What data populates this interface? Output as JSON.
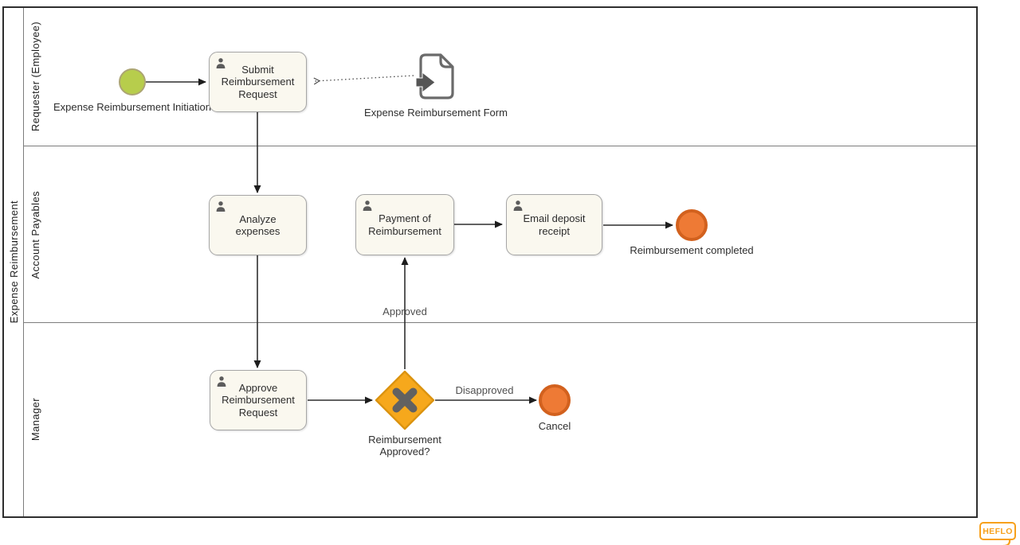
{
  "pool": {
    "label": "Expense Reimbursement"
  },
  "lanes": [
    {
      "label": "Requester (Employee)"
    },
    {
      "label": "Account Payables"
    },
    {
      "label": "Manager"
    }
  ],
  "nodes": {
    "start": {
      "type": "start-event",
      "label": "Expense Reimbursement Initiation"
    },
    "submit": {
      "type": "user-task",
      "label": "Submit Reimbursement Request"
    },
    "form": {
      "type": "data-object-input",
      "label": "Expense Reimbursement Form"
    },
    "analyze": {
      "type": "user-task",
      "label": "Analyze expenses"
    },
    "payment": {
      "type": "user-task",
      "label": "Payment of Reimbursement"
    },
    "email": {
      "type": "user-task",
      "label": "Email deposit receipt"
    },
    "completed": {
      "type": "end-event",
      "label": "Reimbursement completed"
    },
    "approve": {
      "type": "user-task",
      "label": "Approve Reimbursement Request"
    },
    "gateway": {
      "type": "exclusive-gateway",
      "label": "Reimbursement Approved?"
    },
    "cancel": {
      "type": "end-event",
      "label": "Cancel"
    }
  },
  "flow_labels": {
    "approved": "Approved",
    "disapproved": "Disapproved"
  },
  "colors": {
    "start_fill": "#B7CD4C",
    "start_stroke": "#ACA573",
    "end_fill": "#EE7A35",
    "end_stroke": "#D2611E",
    "gateway_fill": "#F6A81C",
    "gateway_stroke": "#DB9310",
    "gateway_x": "#616161",
    "task_fill": "#FAF8EF",
    "task_stroke": "#A6A6A6",
    "flow_stroke": "#2F2F2F",
    "brand_orange": "#F7A01B"
  },
  "branding": {
    "logo_text": "HEFLO"
  }
}
